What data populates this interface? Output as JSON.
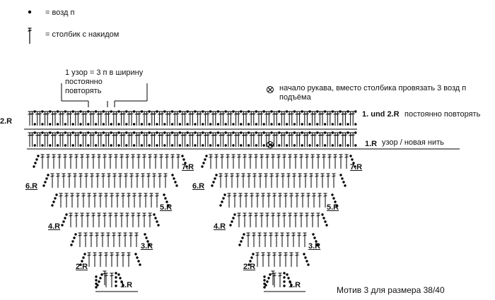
{
  "legend": {
    "chain_text": "= возд п",
    "dc_text": "= столбик с накидом",
    "chain_icon": "dot",
    "dc_icon": "crossed-stick"
  },
  "note_repeat": {
    "line1": "1 узор = 3 п в ширину",
    "line2": "постоянно",
    "line3": "повторять"
  },
  "note_sleeve": {
    "line1": "начало рукава, вместо столбика провязать 3 возд п",
    "line2": "подъёма",
    "icon": "circled-x"
  },
  "row_labels": {
    "left_cut": "2.R",
    "rows_1_2": "1. und 2.R",
    "rows_1_2_note": "постоянно повторять",
    "row1": "1.R",
    "row1_note": "узор / новая нить"
  },
  "motif_labels": {
    "r1": "1.R",
    "r2": "2.R",
    "r3": "3.R",
    "r4": "4.R",
    "r5": "5.R",
    "r6": "6.R",
    "r7": "7.R"
  },
  "caption": "Мотив 3 для размера 38/40"
}
